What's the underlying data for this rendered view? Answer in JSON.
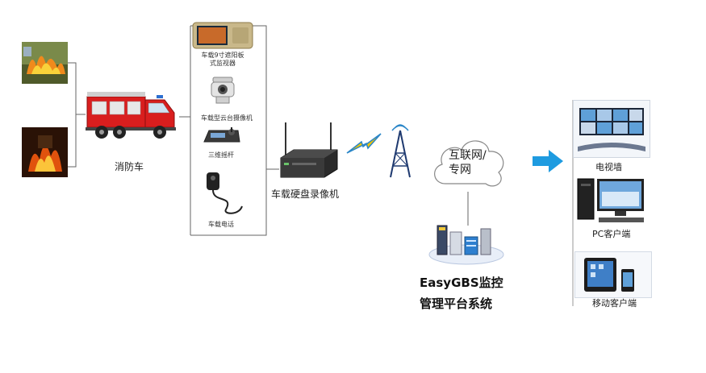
{
  "nodes": {
    "fire_truck": "消防车",
    "sun_visor_monitor": [
      "车载9寸遮阳板",
      "式监视器"
    ],
    "ptz_camera": "车载型云台摄像机",
    "joystick": "三维摇杆",
    "car_phone": "车载电话",
    "dvr": "车载硬盘录像机",
    "network": [
      "互联网/",
      "专网"
    ],
    "platform": [
      "EasyGBS监控",
      "管理平台系统"
    ],
    "video_wall": "电视墙",
    "pc_client": "PC客户端",
    "mobile_client": "移动客户端"
  },
  "icons": {
    "fire_photo": "fire-scene-photo",
    "fire_truck": "fire-truck-icon",
    "monitor": "sun-visor-monitor-icon",
    "camera": "ptz-camera-icon",
    "joystick": "joystick-icon",
    "phone": "car-phone-icon",
    "dvr": "dvr-box-icon",
    "wireless": "lightning-bolt-icon",
    "tower": "antenna-tower-icon",
    "cloud": "cloud-icon",
    "servers": "server-stack-icon",
    "arrow": "right-arrow-icon",
    "video_wall": "video-wall-icon",
    "pc": "pc-icon",
    "tablet": "tablet-phone-icon"
  },
  "colors": {
    "line": "#444444",
    "arrow": "#1e9be0",
    "bolt": "#f2c400",
    "truck_red": "#d91e1e"
  }
}
